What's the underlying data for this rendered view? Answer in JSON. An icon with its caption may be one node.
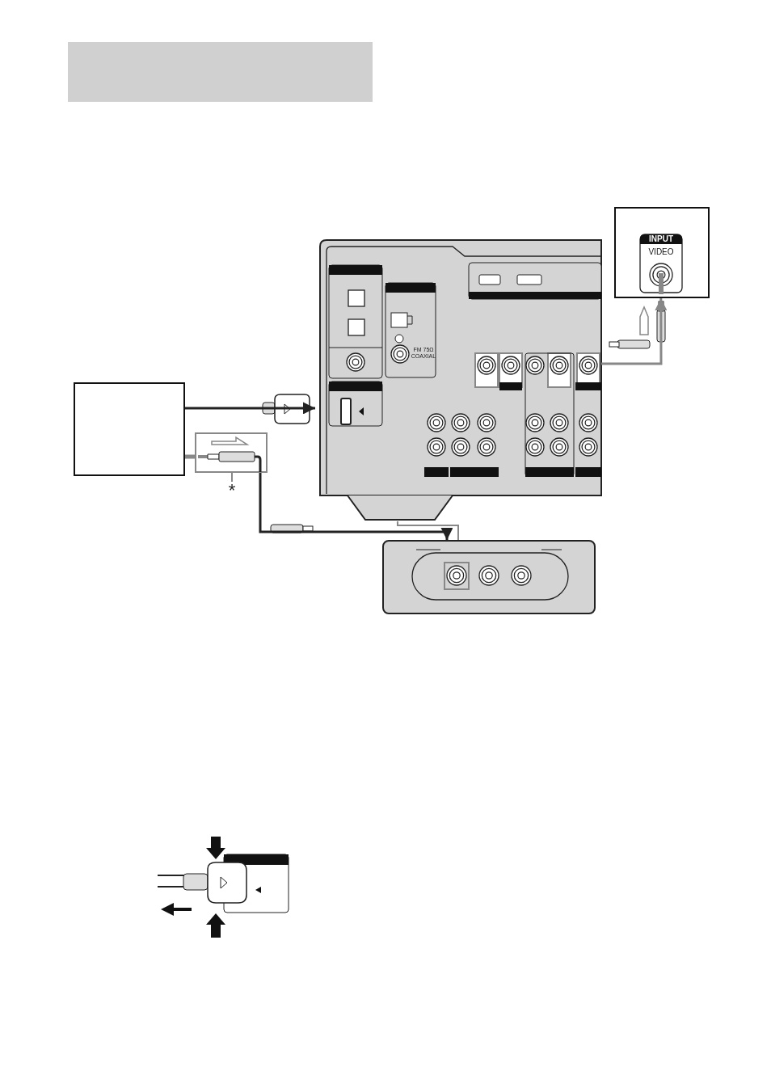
{
  "diagram": {
    "nodes": [
      {
        "text": [],
        "shape": "bar"
      },
      {
        "text": [],
        "shape": "box"
      },
      {
        "text": [],
        "shape": "box"
      },
      {
        "text": [
          "INPUT",
          "VIDEO"
        ]
      },
      {
        "text": [],
        "shape": "box"
      },
      {
        "text": [
          "*"
        ]
      },
      {
        "text": [],
        "shape": "box"
      }
    ],
    "edges": [
      {
        "from": 1,
        "to": 2,
        "arrow": "to",
        "color": "#222222"
      },
      {
        "from": 6,
        "to": 4,
        "arrow": "to",
        "color": "#222222"
      },
      {
        "from": 2,
        "to": 3,
        "arrow": "to",
        "color": "#888888"
      },
      {
        "from": 5,
        "to": 6,
        "arrow": "none",
        "color": "#888888"
      },
      {
        "from": 1,
        "to": 6,
        "arrow": "none",
        "color": "#888888"
      },
      {
        "from": 2,
        "to": 4,
        "arrow": "none",
        "color": "#888888"
      }
    ],
    "labels": [
      "FM 75Ω COAXIAL"
    ]
  }
}
